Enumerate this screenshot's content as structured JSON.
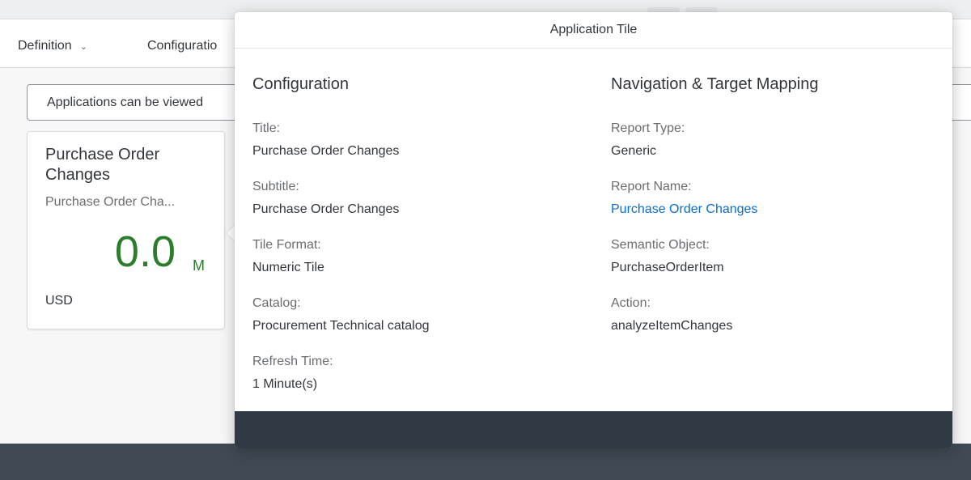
{
  "tabs": [
    {
      "label": "Definition"
    },
    {
      "label": "Configuratio"
    }
  ],
  "info_text": "Applications can be viewed",
  "tile": {
    "title": "Purchase Order Changes",
    "subtitle": "Purchase Order Cha...",
    "value": "0.0",
    "scale": "M",
    "footer": "USD",
    "value_color": "#2b7d2b"
  },
  "popover": {
    "header": "Application Tile",
    "left_section": {
      "title": "Configuration",
      "fields": [
        {
          "label": "Title:",
          "value": "Purchase Order Changes"
        },
        {
          "label": "Subtitle:",
          "value": "Purchase Order Changes"
        },
        {
          "label": "Tile Format:",
          "value": "Numeric Tile"
        },
        {
          "label": "Catalog:",
          "value": "Procurement Technical catalog"
        },
        {
          "label": "Refresh Time:",
          "value": "1 Minute(s)"
        }
      ]
    },
    "right_section": {
      "title": "Navigation & Target Mapping",
      "fields": [
        {
          "label": "Report Type:",
          "value": "Generic"
        },
        {
          "label": "Report Name:",
          "value": "Purchase Order Changes"
        },
        {
          "label": "Semantic Object:",
          "value": "PurchaseOrderItem"
        },
        {
          "label": "Action:",
          "value": "analyzeItemChanges"
        }
      ]
    }
  },
  "colors": {
    "link": "#0a6ed1",
    "shell_dark": "#3f4a54"
  }
}
